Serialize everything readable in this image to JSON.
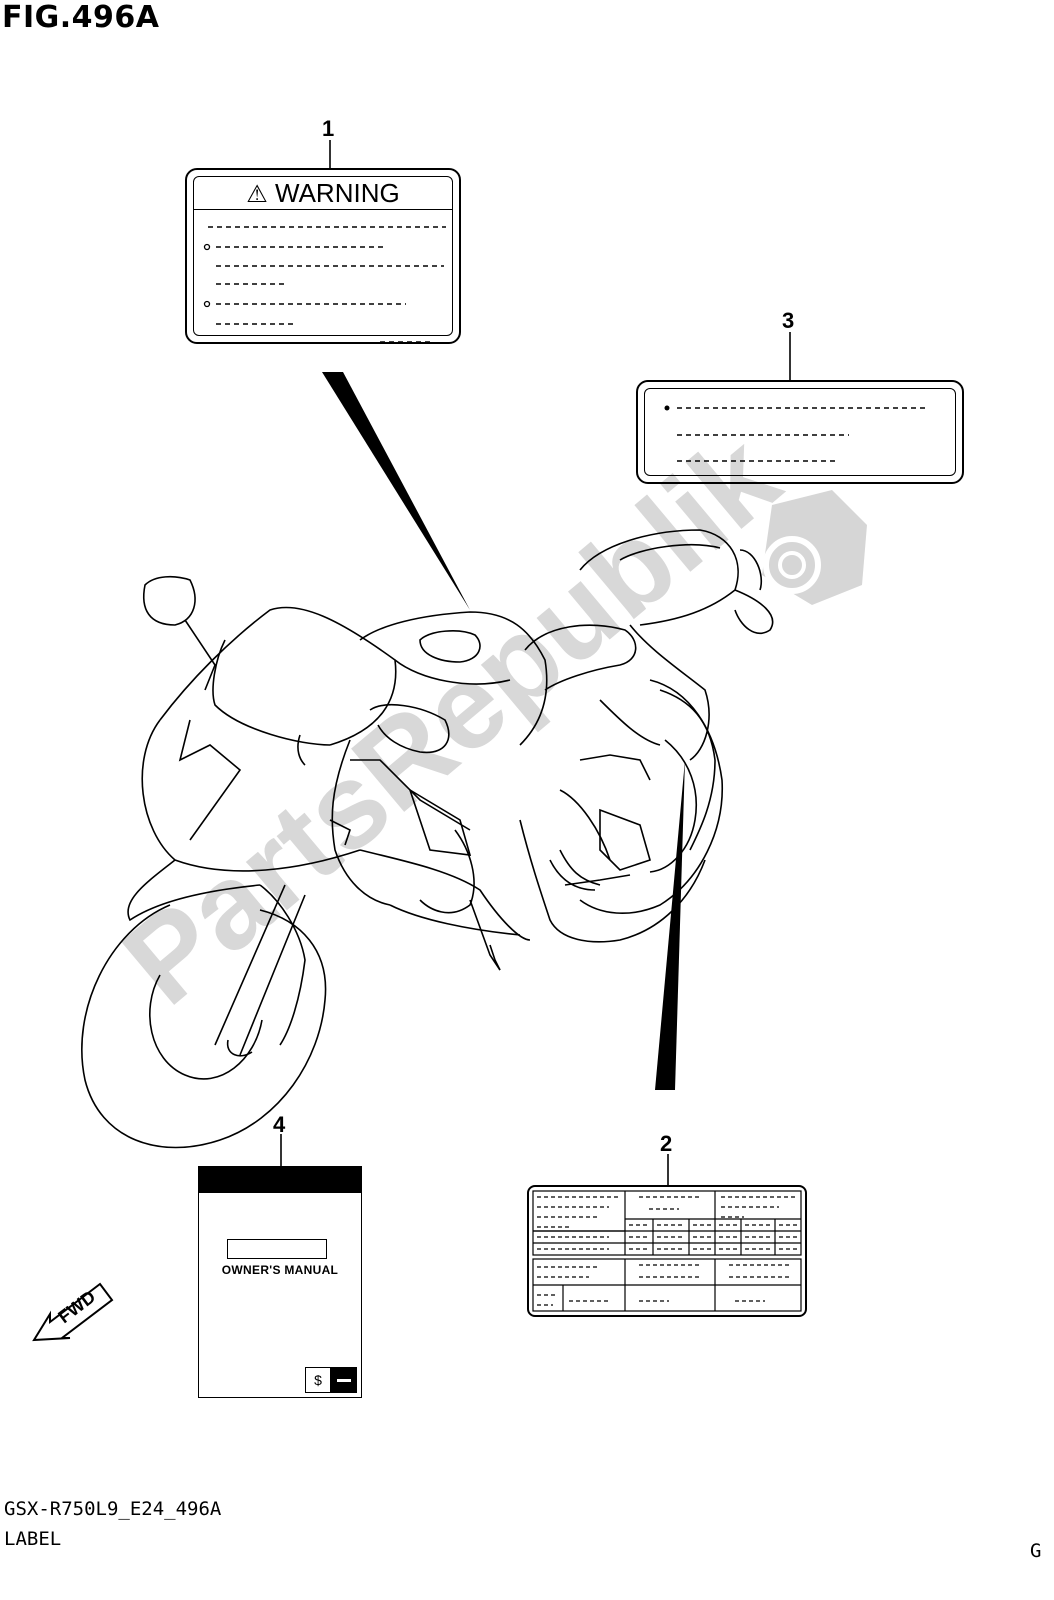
{
  "figure": {
    "title": "FIG.496A",
    "footer_code": "GSX-R750L9_E24_496A",
    "footer_label": "LABEL",
    "corner_mark": "G"
  },
  "callouts": [
    {
      "number": "1",
      "part": "warning-label"
    },
    {
      "number": "2",
      "part": "information-label"
    },
    {
      "number": "3",
      "part": "caution-label"
    },
    {
      "number": "4",
      "part": "owners-manual"
    }
  ],
  "label1": {
    "heading": "WARNING",
    "icon": "warning-triangle-icon"
  },
  "manual": {
    "title": "OWNER'S MANUAL",
    "logo": "suzuki-logo-icon"
  },
  "fwd_arrow": {
    "text": "FWD",
    "icon": "forward-arrow-icon"
  },
  "watermark": {
    "text": "PartsRepublik",
    "icon": "gear-icon",
    "color": "#d8d8d8"
  }
}
